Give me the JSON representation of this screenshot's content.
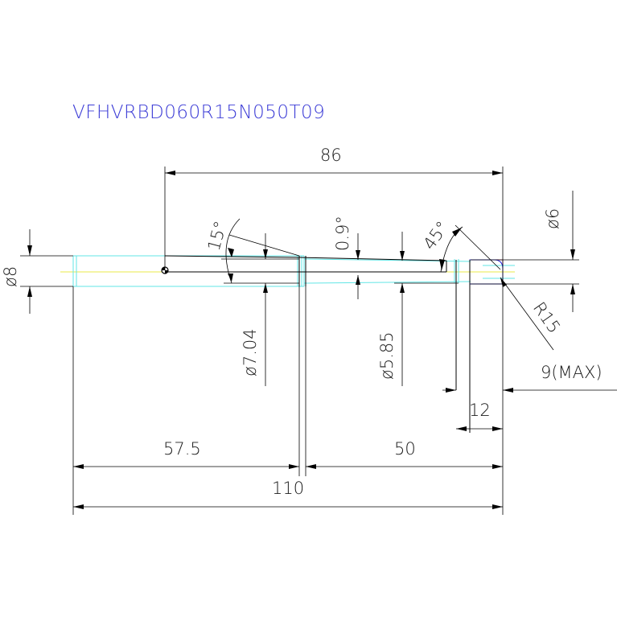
{
  "title": "VFHVRBD060R15N050T09",
  "colors": {
    "title": "#3c3cd6",
    "outline": "#000000",
    "hidden_edge": "#62e6e6",
    "centerline": "#e8e84a",
    "tip_blue": "#2b2bd8",
    "tip_magenta": "#c0306a"
  },
  "dimensions": {
    "overall_86": "86",
    "angle_15": "15°",
    "angle_0_9": "0.9°",
    "angle_45": "45°",
    "dia_6": "ø6",
    "dia_8": "ø8",
    "dia_7_04": "ø7.04",
    "dia_5_85": "ø5.85",
    "radius_15": "R15",
    "max_9": "9(MAX)",
    "len_12": "12",
    "len_57_5": "57.5",
    "len_50": "50",
    "len_110": "110"
  }
}
